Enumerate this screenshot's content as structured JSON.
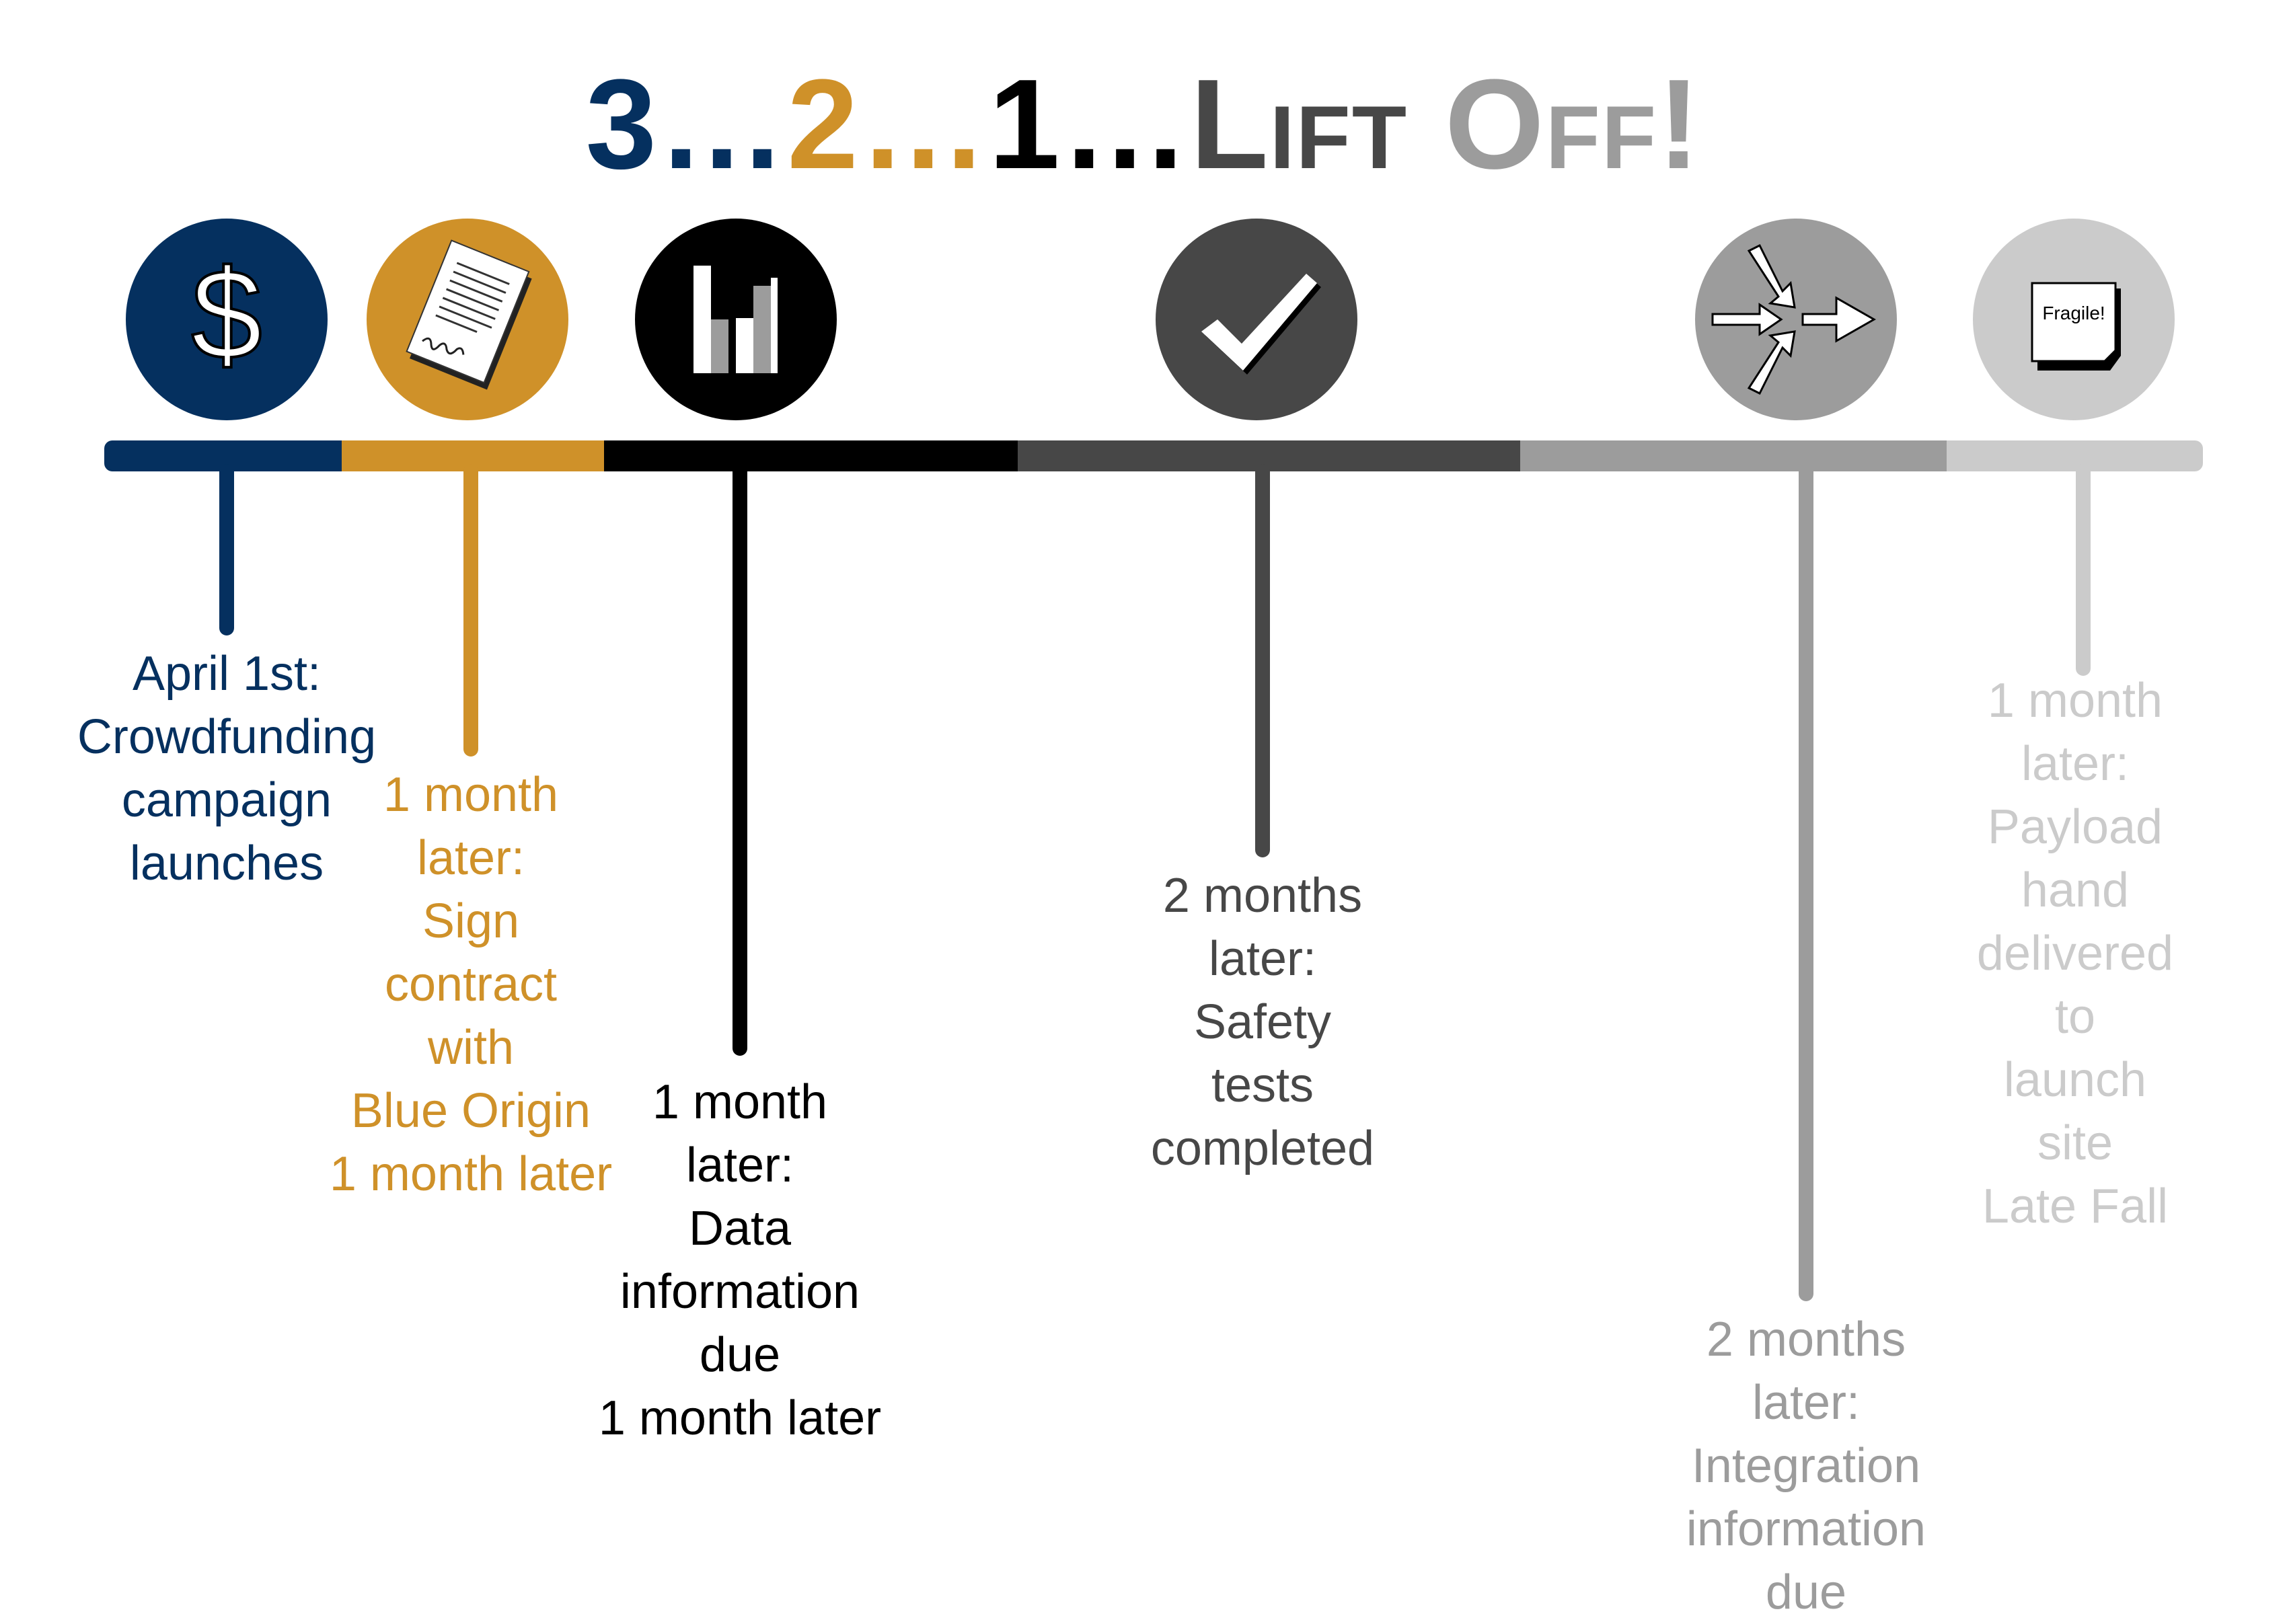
{
  "title": {
    "part_3": "3…",
    "part_2": "2…",
    "part_1": "1…",
    "part_lift": "Lift",
    "part_off": "Off!"
  },
  "colors": {
    "navy": "#05305f",
    "gold": "#cf9129",
    "black": "#000000",
    "dark_gray": "#474747",
    "mid_gray": "#9c9c9c",
    "light_gray": "#cbcbcb"
  },
  "icons": {
    "dollar": "dollar-sign-icon",
    "contract": "signed-contract-icon",
    "chart": "bar-chart-icon",
    "check": "checkmark-icon",
    "integration": "merge-arrows-icon",
    "payload": "fragile-box-icon",
    "fragile_text": "Fragile!"
  },
  "milestones": [
    {
      "lines": [
        "April 1st:",
        "Crowdfunding",
        "campaign",
        "launches"
      ]
    },
    {
      "lines": [
        "1 month",
        "later:",
        "Sign",
        "contract",
        "with",
        "Blue Origin",
        "1 month later"
      ]
    },
    {
      "lines": [
        "1 month",
        "later:",
        "Data",
        "information",
        "due",
        "1 month later"
      ]
    },
    {
      "lines": [
        "2 months",
        "later:",
        "Safety",
        "tests",
        "completed"
      ]
    },
    {
      "lines": [
        "2 months",
        "later:",
        "Integration",
        "information",
        "due"
      ]
    },
    {
      "lines": [
        "1 month",
        "later:",
        "Payload",
        "hand",
        "delivered",
        "to",
        "launch",
        "site",
        "Late Fall"
      ]
    }
  ]
}
